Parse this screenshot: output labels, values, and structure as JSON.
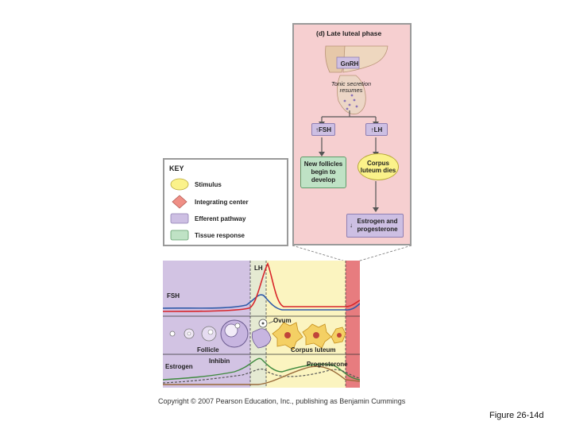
{
  "panel": {
    "title": "(d) Late luteal phase",
    "gnrh": "GnRH",
    "tonic": "Tonic secretion resumes",
    "fsh": "FSH",
    "lh": "LH",
    "new_follicles": "New follicles begin to develop",
    "corpus": "Corpus luteum dies",
    "estrogen_prog": "Estrogen and progesterone"
  },
  "key": {
    "title": "KEY",
    "items": [
      {
        "label": "Stimulus",
        "color": "#fbf28a"
      },
      {
        "label": "Integrating center",
        "color": "#ef8f86"
      },
      {
        "label": "Efferent pathway",
        "color": "#cdbfe3"
      },
      {
        "label": "Tissue response",
        "color": "#bfe2c5"
      }
    ]
  },
  "timeline": {
    "lh": "LH",
    "fsh": "FSH",
    "ovum": "Ovum",
    "follicle": "Follicle",
    "corpus_luteum": "Corpus luteum",
    "estrogen": "Estrogen",
    "inhibin": "Inhibin",
    "progesterone": "Progesterone"
  },
  "copyright": "Copyright © 2007 Pearson Education, Inc., publishing as Benjamin Cummings",
  "figure_label": "Figure 26-14d",
  "colors": {
    "stimulus": "#fbf28a",
    "integrating": "#ef8f86",
    "efferent": "#cdbfe3",
    "tissue": "#bfe2c5",
    "lh_curve": "#d8252a",
    "fsh_curve": "#2f5aa8",
    "estrogen_curve": "#3f8a3f"
  }
}
